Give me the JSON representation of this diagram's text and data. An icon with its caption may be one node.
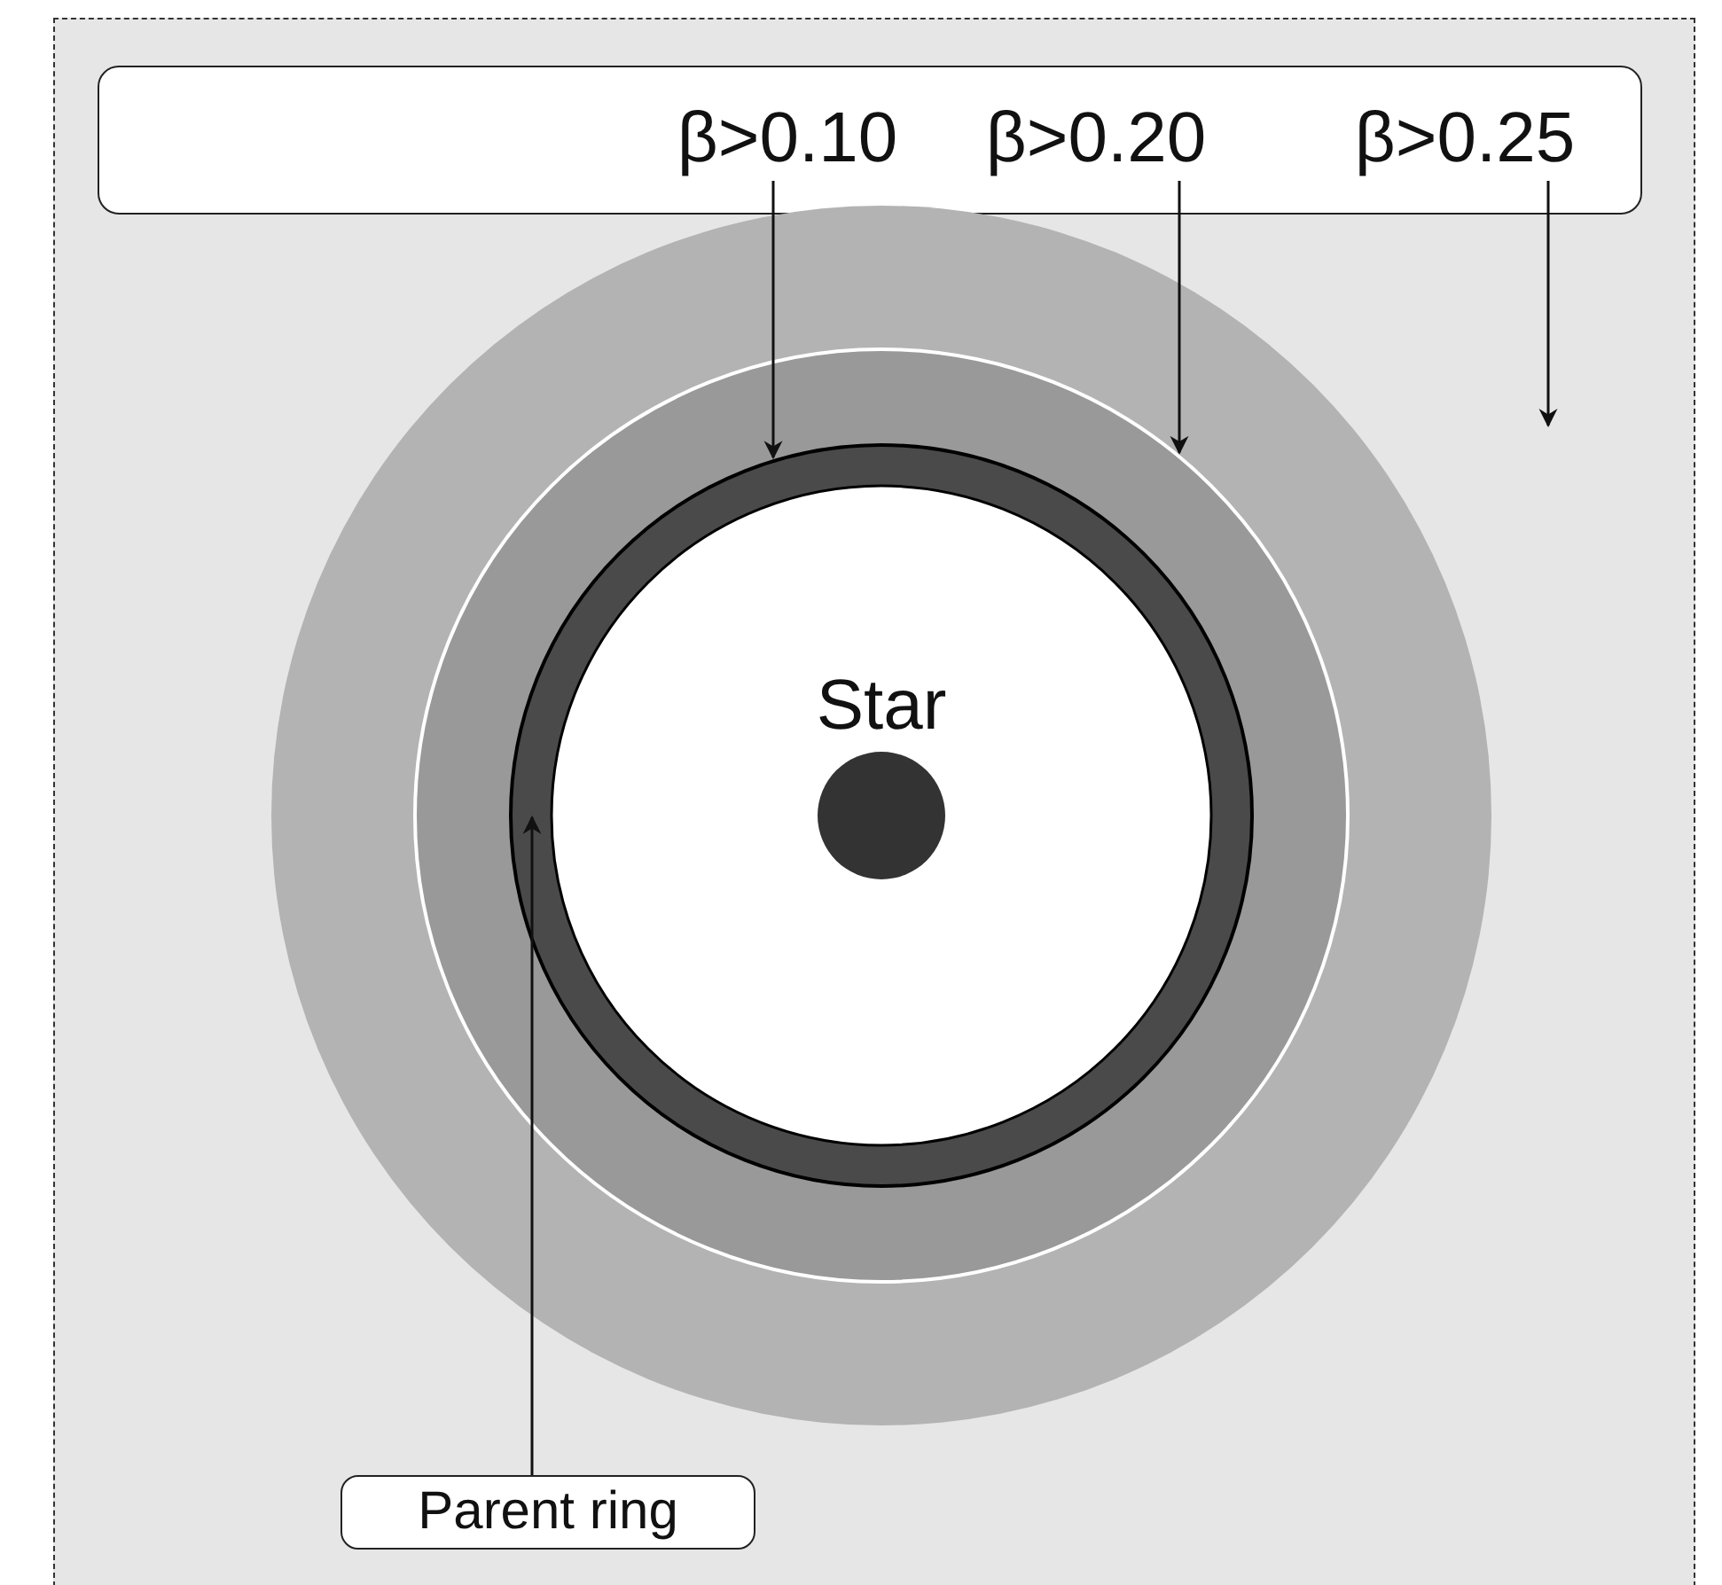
{
  "diagram": {
    "nodes": [
      {
        "text": [],
        "shape": "box"
      },
      {
        "text": [
          "β>0.10"
        ],
        "in": 0
      },
      {
        "text": [
          "β>0.20"
        ],
        "in": 0
      },
      {
        "text": [
          "β>0.25"
        ],
        "in": 0
      },
      {
        "text": [
          "Parent ring"
        ]
      },
      {
        "text": [],
        "shape": "circle"
      },
      {
        "text": [],
        "shape": "circle",
        "in": 5
      },
      {
        "text": [],
        "shape": "circle",
        "in": 6
      }
    ],
    "edges": [
      {
        "from": 1,
        "to": 7,
        "arrow": "to"
      },
      {
        "from": 2,
        "to": 6,
        "arrow": "to"
      },
      {
        "from": 3,
        "to": null,
        "arrow": "to"
      },
      {
        "from": 4,
        "to": 7,
        "arrow": "to"
      }
    ],
    "labels": [
      "Star"
    ]
  }
}
